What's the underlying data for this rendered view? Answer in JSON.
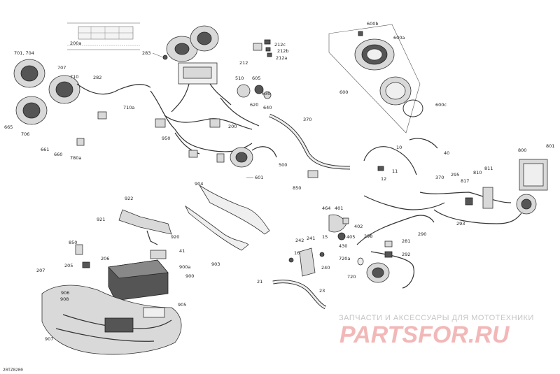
{
  "diagram": {
    "drawing_code": "20TZ0200",
    "watermark": {
      "title": "ЗАПЧАСТИ И АКСЕССУАРЫ ДЛЯ МОТОТЕХНИКИ",
      "logo": "PARTSFOR.RU"
    },
    "callouts": {
      "c200a": "200a",
      "c283": "283",
      "c212": "212",
      "c212c": "212c",
      "c212b": "212b",
      "c212a": "212a",
      "c600b": "600b",
      "c600a": "600a",
      "c600": "600",
      "c600c": "600c",
      "c701_704": "701, 704",
      "c707": "707",
      "c710": "710",
      "c282": "282",
      "c710a": "710a",
      "c665": "665",
      "c706": "706",
      "c661": "661",
      "c660": "660",
      "c780a": "780a",
      "c950": "950",
      "c200": "200",
      "c370": "370",
      "c510": "510",
      "c605": "605",
      "c620": "620",
      "c630": "630",
      "c640": "640",
      "c500": "500",
      "c601": "601",
      "c850": "850",
      "c10": "10",
      "c11": "11",
      "c12": "12",
      "c40": "40",
      "c800": "800",
      "c801": "801",
      "c370b": "370",
      "c295": "295",
      "c810": "810",
      "c811": "811",
      "c817": "817",
      "c293": "293",
      "c290": "290",
      "c904": "904",
      "c922": "922",
      "c921": "921",
      "c920": "920",
      "c903": "903",
      "c41": "41",
      "c850b": "850",
      "c205": "205",
      "c206": "206",
      "c900a": "900a",
      "c900": "900",
      "c207": "207",
      "c906": "906",
      "c908": "908",
      "c905": "905",
      "c907": "907",
      "c464": "464",
      "c401": "401",
      "c402": "402",
      "c405": "405",
      "c430": "430",
      "c242": "242",
      "c241": "241",
      "c15": "15",
      "c16": "16",
      "c240": "240",
      "c298": "298",
      "c281": "281",
      "c292": "292",
      "c720a": "720a",
      "c720": "720",
      "c21": "21",
      "c23": "23"
    }
  }
}
